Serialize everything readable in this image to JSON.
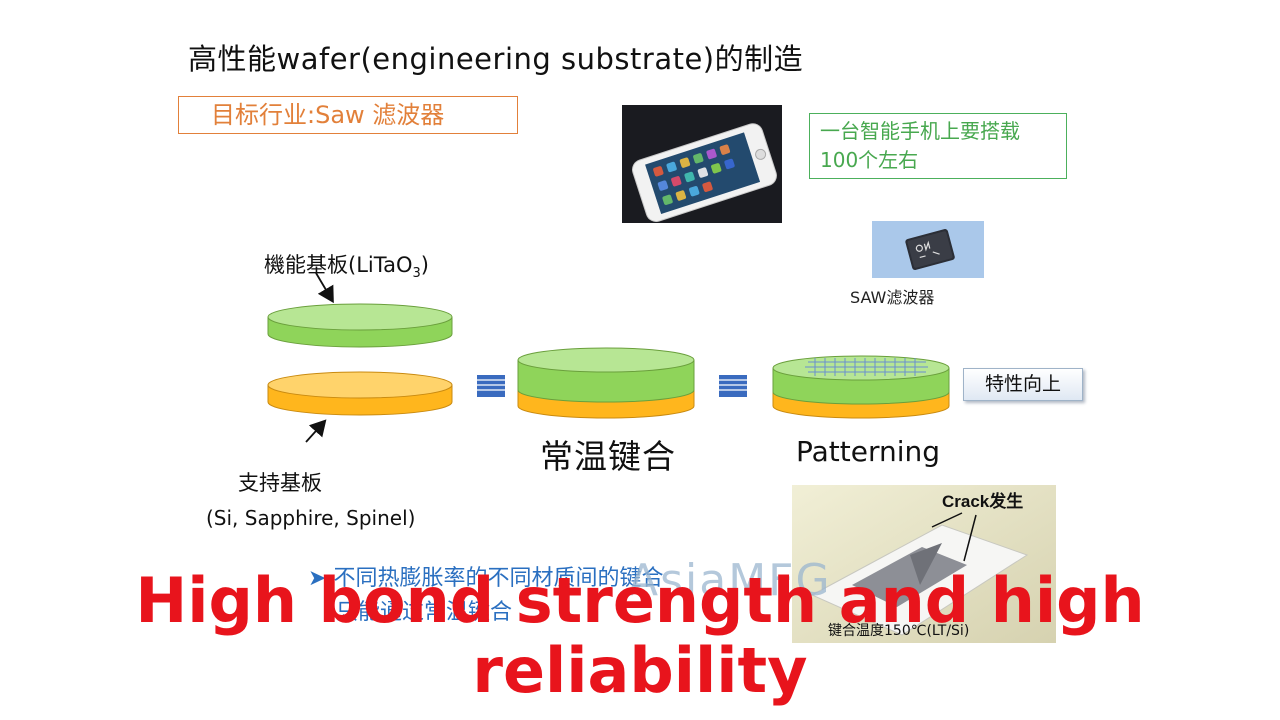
{
  "slide": {
    "title": "高性能wafer(engineering substrate)的制造",
    "target_industry": "目标行业:Saw 滤波器",
    "phone_note": "一台智能手机上要搭载100个左右",
    "saw_caption": "SAW滤波器",
    "functional_substrate_label": "機能基板(LiTaO",
    "functional_substrate_subscript": "3",
    "functional_substrate_suffix": ")",
    "support_substrate_label": "支持基板",
    "support_substrate_materials": "(Si, Sapphire, Spinel)",
    "room_temp_bonding_label": "常温键合",
    "patterning_label": "Patterning",
    "property_button": "特性向上",
    "crack_label": "Crack发生",
    "crack_caption": "键合温度150℃(LT/Si)",
    "bullet_line_1": "不同热膨胀率的不同材质间的键合",
    "bullet_line_2": "只能通过常温键合",
    "watermark": "AsiaMFG"
  },
  "subtitle": {
    "line_1": "High bond strength and high",
    "line_2": "reliability"
  },
  "colors": {
    "green_layer": "#8fd45a",
    "orange_layer": "#ffb61d",
    "subtitle": "#e8141c",
    "bullet_text": "#2a6fc0",
    "target_box": "#e2803a",
    "note_box": "#4cb05c"
  }
}
